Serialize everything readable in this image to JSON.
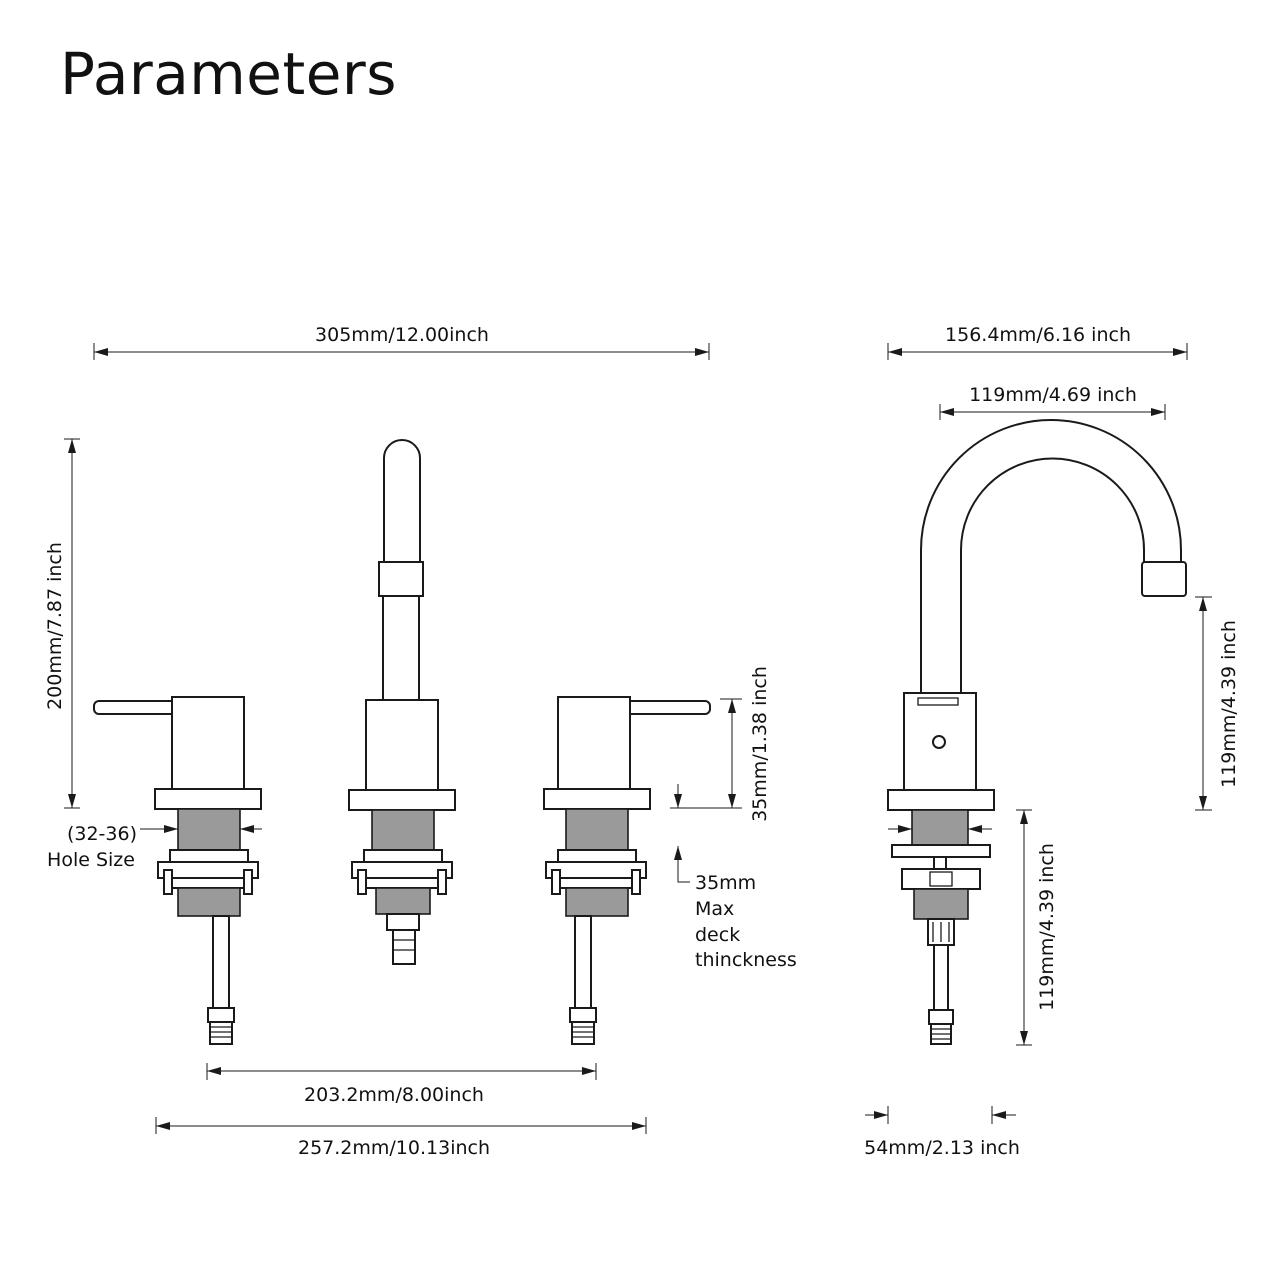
{
  "title": "Parameters",
  "front_view": {
    "overall_width": "305mm/12.00inch",
    "height": "200mm/7.87 inch",
    "handle_height": "35mm/1.38 inch",
    "hole_size": [
      "(32-36)",
      "Hole Size"
    ],
    "deck_thickness": [
      "35mm",
      "Max",
      "deck",
      "thinckness"
    ],
    "center_spread": "203.2mm/8.00inch",
    "outer_spread": "257.2mm/10.13inch"
  },
  "side_view": {
    "overall_depth": "156.4mm/6.16 inch",
    "spout_reach": "119mm/4.69 inch",
    "spout_height": "119mm/4.39 inch",
    "shank_length": "119mm/4.39 inch",
    "base_width": "54mm/2.13 inch"
  }
}
